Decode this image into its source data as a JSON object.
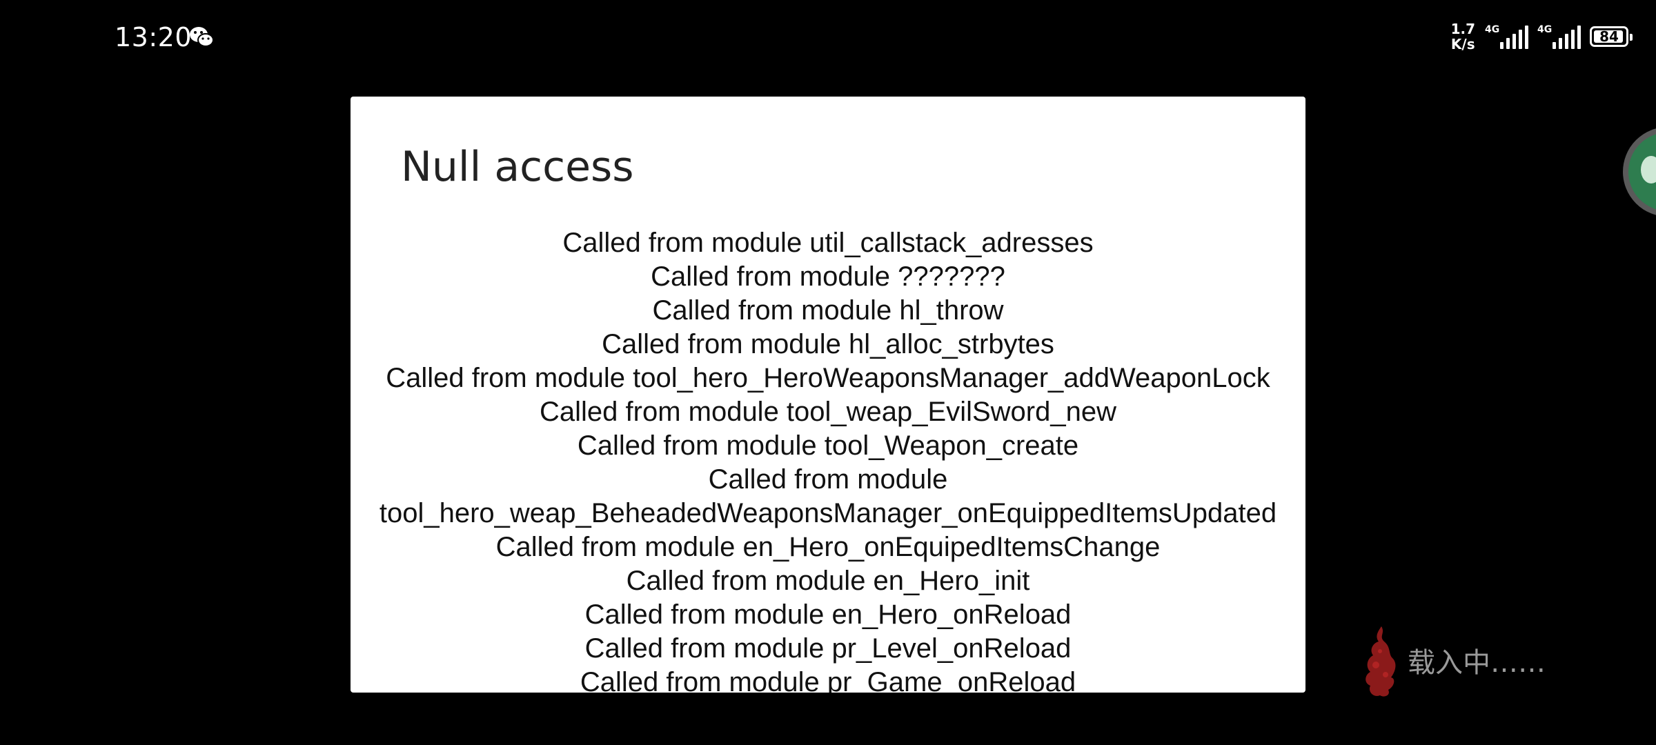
{
  "status_bar": {
    "time": "13:20",
    "net_speed_value": "1.7",
    "net_speed_unit": "K/s",
    "sim1_tag": "4G",
    "sim2_tag": "4G",
    "battery_level": "84",
    "icons": [
      "wechat-icon",
      "signal-icon",
      "signal-icon",
      "battery-icon"
    ]
  },
  "dialog": {
    "title": "Null access",
    "stack_lines": [
      "Called from module util_callstack_adresses",
      "Called from module ???????",
      "Called from module hl_throw",
      "Called from module hl_alloc_strbytes",
      "Called from module tool_hero_HeroWeaponsManager_addWeaponLock",
      "Called from module tool_weap_EvilSword_new",
      "Called from module tool_Weapon_create",
      "Called from module",
      "tool_hero_weap_BeheadedWeaponsManager_onEquippedItemsUpdated",
      "Called from module en_Hero_onEquipedItemsChange",
      "Called from module en_Hero_init",
      "Called from module en_Hero_onReload",
      "Called from module pr_Level_onReload",
      "Called from module pr_Game_onReload"
    ]
  },
  "loading": {
    "text": "载入中……",
    "icon": "dead-cells-flame-icon"
  },
  "floating_bubble": {
    "icon": "floating-chat-bubble-icon"
  },
  "colors": {
    "background": "#000000",
    "dialog_bg": "#ffffff",
    "loading_text": "#9a9a9a",
    "loading_icon": "#8b1a1a"
  }
}
